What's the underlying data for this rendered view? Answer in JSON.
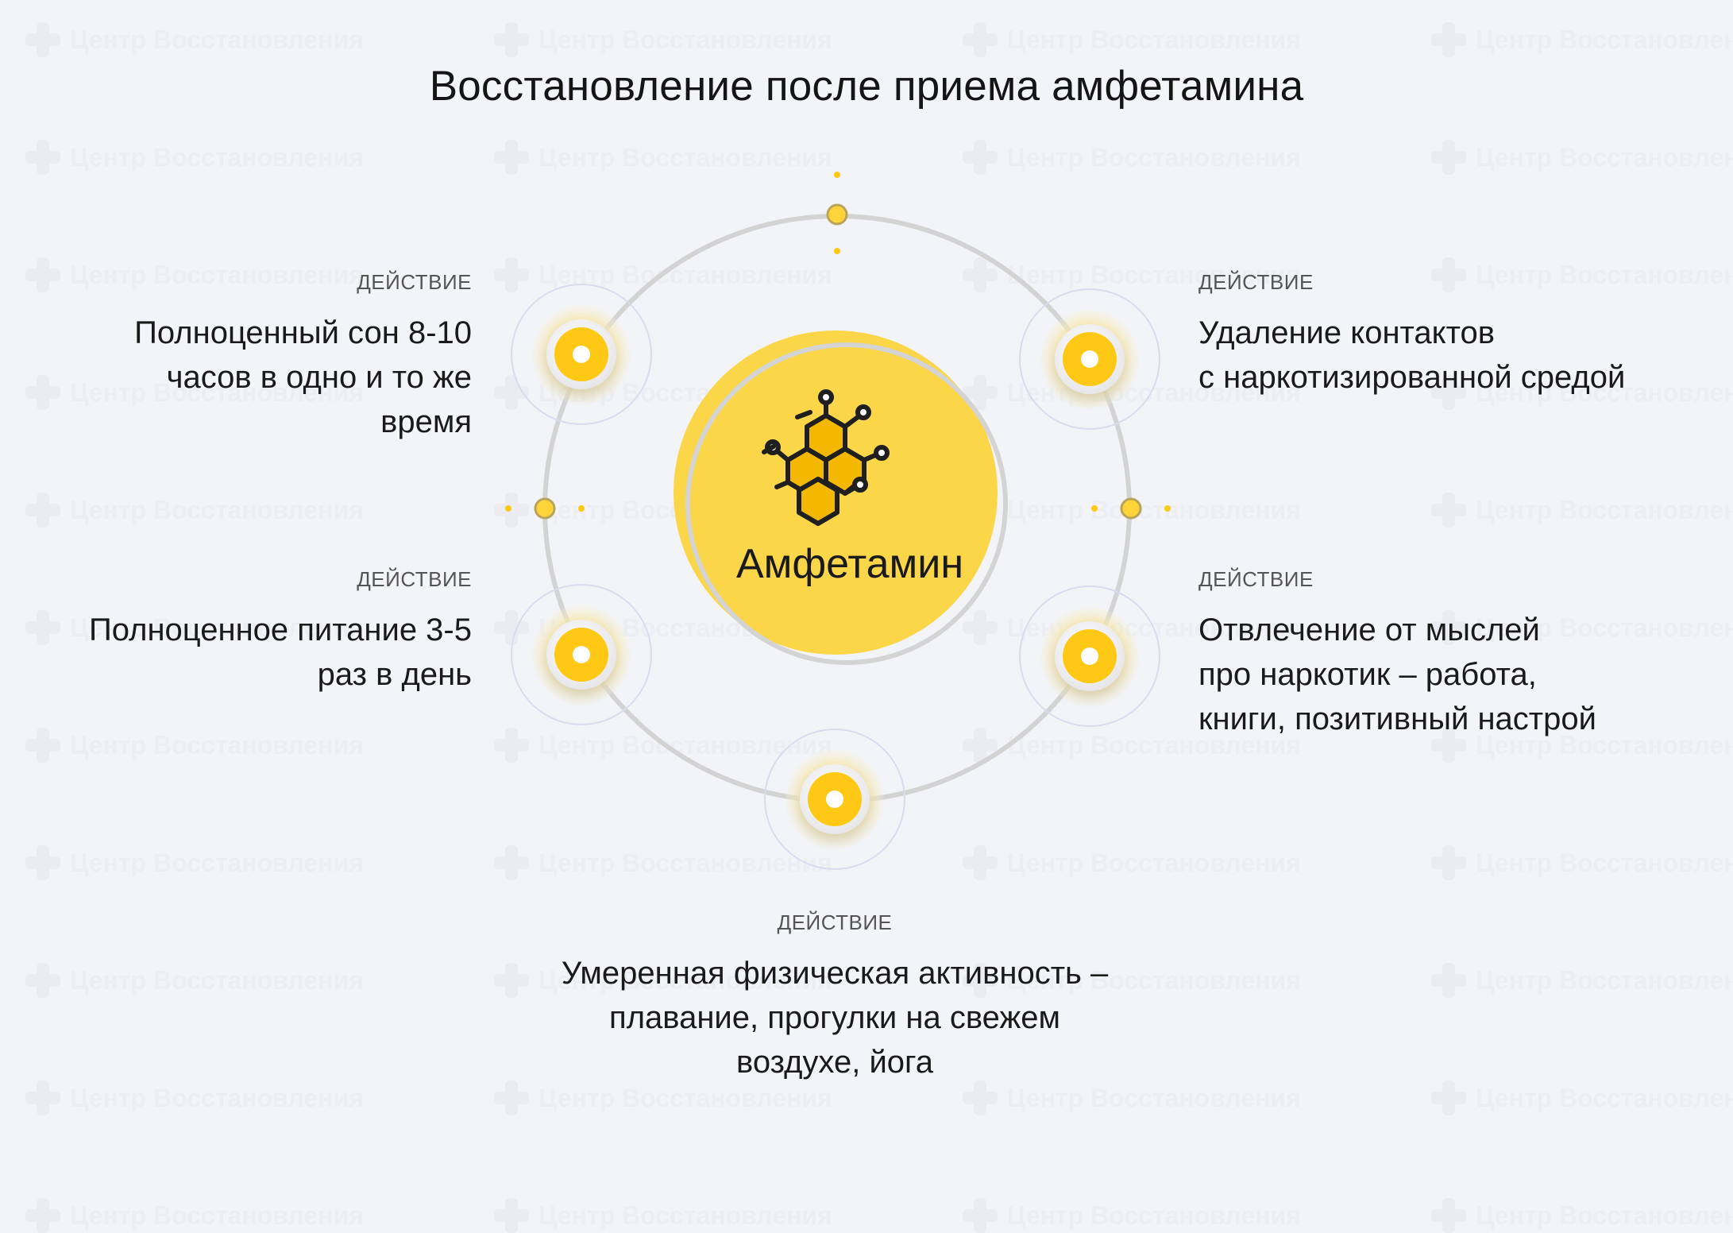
{
  "title": "Восстановление после приема амфетамина",
  "watermark": "Центр Восстановления",
  "center": {
    "label": "Амфетамин",
    "icon": "molecule-icon"
  },
  "colors": {
    "accent": "#ffc815",
    "accent_light": "#fbd649",
    "ring": "#d6d6d6",
    "halo": "#d9dcef",
    "background": "#f3f4f8"
  },
  "actions": [
    {
      "caption": "ДЕЙСТВИЕ",
      "lines": [
        "Полноценный сон 8-10",
        "часов в одно и то же",
        "время"
      ]
    },
    {
      "caption": "ДЕЙСТВИЕ",
      "lines": [
        "Удаление контактов",
        "с наркотизированной средой"
      ]
    },
    {
      "caption": "ДЕЙСТВИЕ",
      "lines": [
        "Полноценное питание 3-5",
        "раз в день"
      ]
    },
    {
      "caption": "ДЕЙСТВИЕ",
      "lines": [
        "Отвлечение от мыслей",
        "про наркотик – работа,",
        "книги, позитивный настрой"
      ]
    },
    {
      "caption": "ДЕЙСТВИЕ",
      "lines": [
        "Умеренная физическая активность –",
        "плавание, прогулки на свежем",
        "воздухе, йога"
      ]
    }
  ]
}
